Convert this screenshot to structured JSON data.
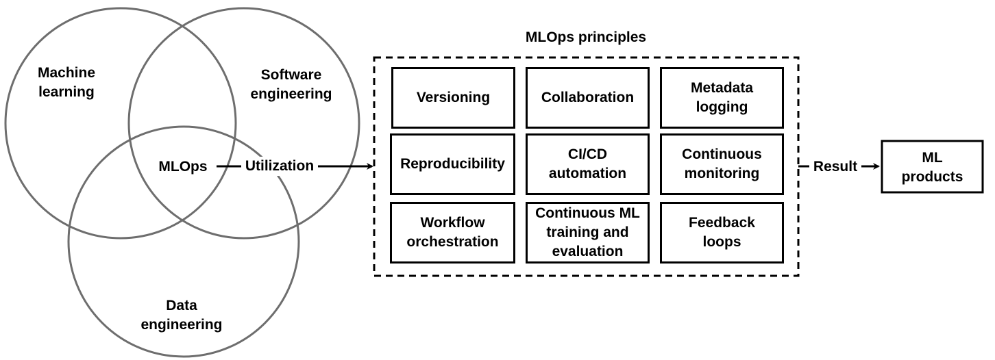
{
  "venn": {
    "circles": [
      {
        "id": "machine-learning",
        "lines": [
          "Machine",
          "learning"
        ]
      },
      {
        "id": "software-engineering",
        "lines": [
          "Software",
          "engineering"
        ]
      },
      {
        "id": "data-engineering",
        "lines": [
          "Data",
          "engineering"
        ]
      }
    ],
    "center_label": "MLOps"
  },
  "arrow_utilization_label": "Utilization",
  "principles": {
    "title": "MLOps principles",
    "items": [
      {
        "id": "versioning",
        "lines": [
          "Versioning"
        ]
      },
      {
        "id": "collaboration",
        "lines": [
          "Collaboration"
        ]
      },
      {
        "id": "metadata-logging",
        "lines": [
          "Metadata",
          "logging"
        ]
      },
      {
        "id": "reproducibility",
        "lines": [
          "Reproducibility"
        ]
      },
      {
        "id": "ci-cd-automation",
        "lines": [
          "CI/CD",
          "automation"
        ]
      },
      {
        "id": "continuous-monitoring",
        "lines": [
          "Continuous",
          "monitoring"
        ]
      },
      {
        "id": "workflow-orchestration",
        "lines": [
          "Workflow",
          "orchestration"
        ]
      },
      {
        "id": "continuous-ml-training",
        "lines": [
          "Continuous ML",
          "training and",
          "evaluation"
        ]
      },
      {
        "id": "feedback-loops",
        "lines": [
          "Feedback",
          "loops"
        ]
      }
    ]
  },
  "arrow_result_label": "Result",
  "output": {
    "lines": [
      "ML",
      "products"
    ]
  },
  "colors": {
    "circle_stroke": "#6e6e6e",
    "line": "#000000"
  }
}
